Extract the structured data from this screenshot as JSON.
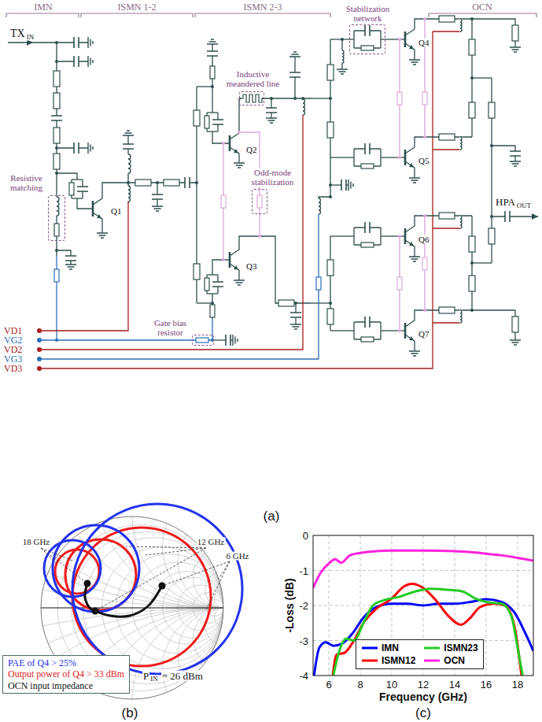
{
  "diagram": {
    "nodes": [
      {
        "text": [
          "Resistive matching"
        ]
      },
      {
        "text": [
          "Inductive meandered line"
        ]
      },
      {
        "text": [
          "Odd-mode stabilization"
        ]
      },
      {
        "text": [
          "Stabilization network"
        ]
      },
      {
        "text": [
          "Gate bias resistor"
        ]
      }
    ],
    "labels": [
      "IMN",
      "ISMN 1-2",
      "ISMN 2-3",
      "OCN",
      "TX",
      "IN",
      "Q1",
      "Q2",
      "Q3",
      "Q4",
      "Q5",
      "Q6",
      "Q7",
      "HPA",
      "OUT",
      "VD1",
      "VG2",
      "VD2",
      "VG3",
      "VD3",
      "(a)",
      "18 GHz",
      "12 GHz",
      "6 GHz",
      "P",
      "IN",
      "= 26 dBm",
      "(b)",
      "0",
      "-1",
      "-2",
      "-3",
      "-4",
      "6",
      "8",
      "10",
      "12",
      "14",
      "16",
      "18",
      "-Loss (dB)",
      "Frequency (GHz)",
      "(c)"
    ],
    "legend": [
      {
        "text": "PAE of Q4 > 25%"
      },
      {
        "text": "Output power of Q4 > 33 dBm"
      },
      {
        "text": "OCN input impedance"
      },
      {
        "text": "IMN"
      },
      {
        "text": "ISMN23"
      },
      {
        "text": "ISMN12"
      },
      {
        "text": "OCN"
      }
    ]
  }
}
